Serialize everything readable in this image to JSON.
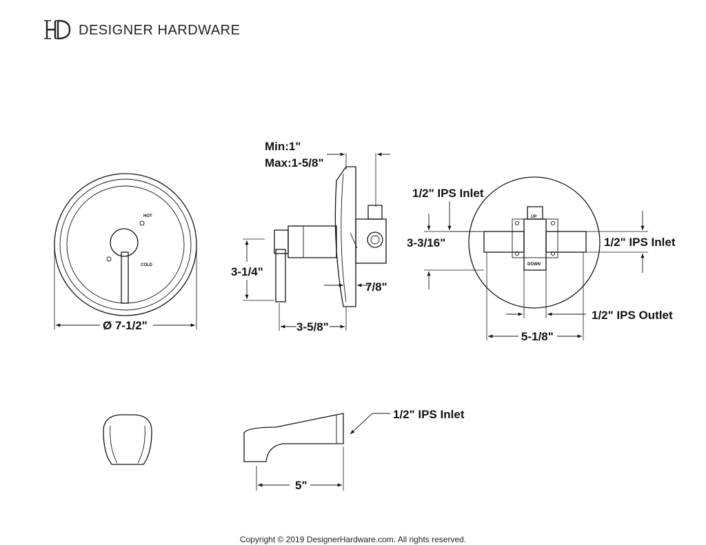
{
  "header": {
    "brand_name": "DESIGNER HARDWARE"
  },
  "trim_plate_front": {
    "hot_label": "HOT",
    "cold_label": "COLD",
    "diameter_label": "Ø 7-1/2\""
  },
  "trim_side": {
    "depth_min_label": "Min:1\"",
    "depth_max_label": "Max:1-5/8\"",
    "handle_height_label": "3-1/4\"",
    "offset_label": "7/8\"",
    "projection_label": "3-5/8\""
  },
  "valve_body": {
    "inlet_top_label": "1/2\" IPS Inlet",
    "inlet_right_label": "1/2\" IPS Inlet",
    "outlet_label": "1/2\" IPS Outlet",
    "height_label": "3-3/16\"",
    "width_label": "5-1/8\"",
    "up_label": "UP",
    "down_label": "DOWN"
  },
  "tub_spout": {
    "inlet_label": "1/2\" IPS Inlet",
    "length_label": "5\""
  },
  "footer": {
    "copyright": "Copyright © 2019 DesignerHardware.com. All rights reserved."
  }
}
